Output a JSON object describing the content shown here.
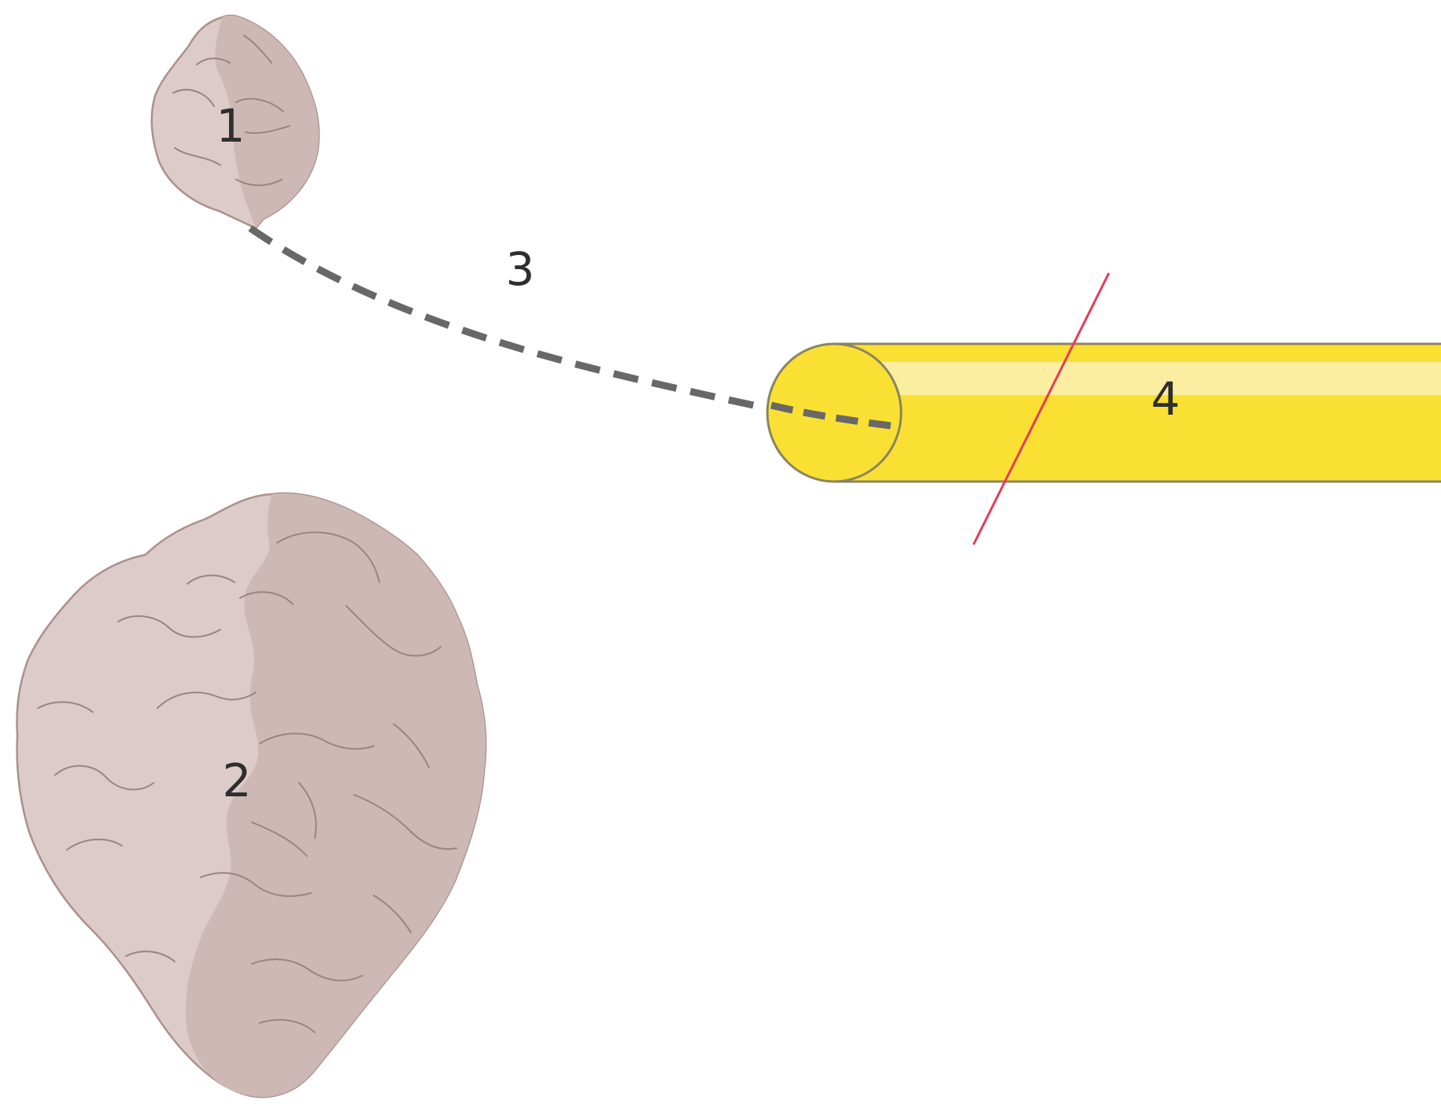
{
  "labels": {
    "small_tissue": "1",
    "large_tissue": "2",
    "connection": "3",
    "tube": "4"
  },
  "colors": {
    "background": "#ffffff",
    "tissue_light": "#dccbc8",
    "tissue_dark": "#cdb8b5",
    "tissue_outline": "#a9918d",
    "tissue_fold": "#9b8480",
    "tube_fill": "#fae033",
    "tube_highlight": "#fbeea0",
    "tube_outline": "#8a8560",
    "dashed_line": "#686868",
    "cut_line": "#e83a56",
    "label_text": "#2e2e2e"
  }
}
